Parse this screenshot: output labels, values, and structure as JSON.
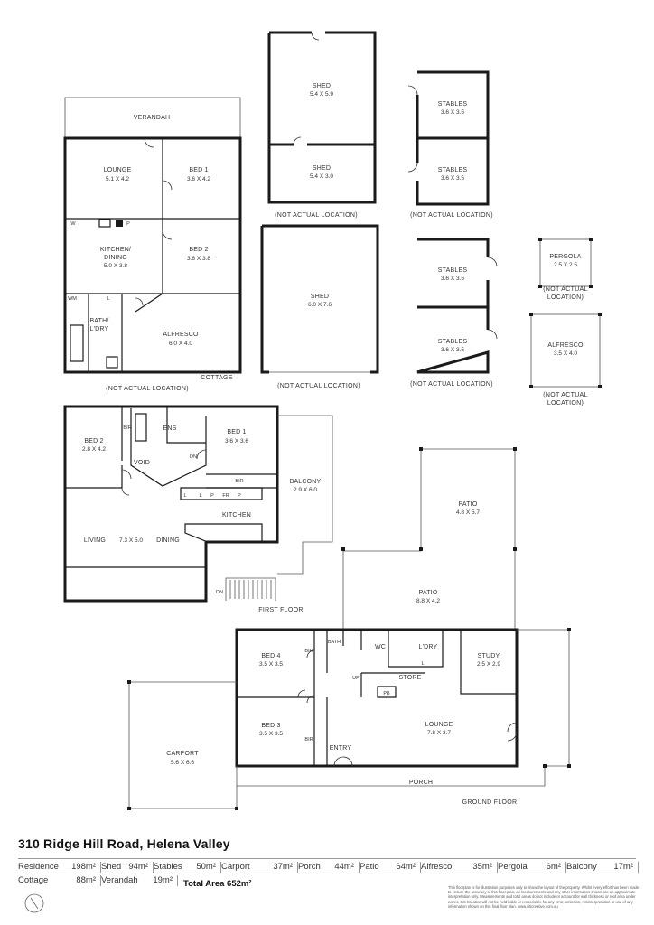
{
  "rooms": {
    "verandah": "VERANDAH",
    "lounge_top": {
      "name": "LOUNGE",
      "size": "5.1 X 4.2"
    },
    "bed1_top": {
      "name": "BED 1",
      "size": "3.6 X 4.2"
    },
    "kitchen_dining_top": {
      "name1": "KITCHEN/",
      "name2": "DINING",
      "size": "5.0 X 3.8"
    },
    "bed2_top": {
      "name": "BED 2",
      "size": "3.6 X 3.8"
    },
    "bath_ldry_top": {
      "name1": "BATH/",
      "name2": "L'DRY"
    },
    "alfresco_top": {
      "name": "ALFRESCO",
      "size": "6.0 X 4.0"
    },
    "cottage": "COTTAGE",
    "shed_a": {
      "name": "SHED",
      "size": "5.4 X 5.9"
    },
    "shed_b": {
      "name": "SHED",
      "size": "5.4 X 3.0"
    },
    "shed_c": {
      "name": "SHED",
      "size": "6.0 X 7.6"
    },
    "stables_1": {
      "name": "STABLES",
      "size": "3.6 X 3.5"
    },
    "stables_2": {
      "name": "STABLES",
      "size": "3.6 X 3.5"
    },
    "stables_3": {
      "name": "STABLES",
      "size": "3.6 X 3.5"
    },
    "stables_4": {
      "name": "STABLES",
      "size": "3.6 X 3.5"
    },
    "pergola": {
      "name": "PERGOLA",
      "size": "2.5 X 2.5"
    },
    "alfresco_small": {
      "name": "ALFRESCO",
      "size": "3.5 X 4.0"
    },
    "bed2_ff": {
      "name": "BED 2",
      "size": "2.8 X 4.2"
    },
    "ens": "ENS",
    "bed1_ff": {
      "name": "BED 1",
      "size": "3.6 X 3.6"
    },
    "void": "VOID",
    "balcony": {
      "name": "BALCONY",
      "size": "2.9 X 6.0"
    },
    "kitchen_ff": "KITCHEN",
    "living_ff": "LIVING",
    "living_ff_size": "7.3 X 5.0",
    "dining_ff": "DINING",
    "patio_upper": {
      "name": "PATIO",
      "size": "4.8 X 5.7"
    },
    "patio_lower": {
      "name": "PATIO",
      "size": "8.8 X 4.2"
    },
    "bed4": {
      "name": "BED 4",
      "size": "3.5 X 3.5"
    },
    "bath_gf": "BATH",
    "wc": "WC",
    "ldry_gf": "L'DRY",
    "study": {
      "name": "STUDY",
      "size": "2.5 X 2.9"
    },
    "store": "STORE",
    "bed3": {
      "name": "BED 3",
      "size": "3.5 X 3.5"
    },
    "lounge_gf": {
      "name": "LOUNGE",
      "size": "7.8 X 3.7"
    },
    "entry": "ENTRY",
    "porch": "PORCH",
    "carport": {
      "name": "CARPORT",
      "size": "5.6 X 6.6"
    }
  },
  "labels": {
    "not_actual": "(NOT ACTUAL LOCATION)",
    "not_actual_l1": "(NOT ACTUAL",
    "not_actual_l2": "LOCATION)",
    "first_floor": "FIRST FLOOR",
    "ground_floor": "GROUND FLOOR",
    "dn": "DN",
    "up": "UP",
    "bir": "BIR",
    "fixtures": {
      "w": "W",
      "l": "L",
      "p": "P",
      "fr": "FR",
      "pb": "PB"
    }
  },
  "address": "310 Ridge Hill Road, Helena Valley",
  "areas_row1": [
    {
      "label": "Residence",
      "value": "198m²"
    },
    {
      "label": "Shed",
      "value": "94m²"
    },
    {
      "label": "Stables",
      "value": "50m²"
    },
    {
      "label": "Carport",
      "value": "37m²"
    },
    {
      "label": "Porch",
      "value": "44m²"
    },
    {
      "label": "Patio",
      "value": "64m²"
    },
    {
      "label": "Alfresco",
      "value": "35m²"
    },
    {
      "label": "Pergola",
      "value": "6m²"
    },
    {
      "label": "Balcony",
      "value": "17m²"
    }
  ],
  "areas_row2": [
    {
      "label": "Cottage",
      "value": "88m²"
    },
    {
      "label": "Verandah",
      "value": "19m²"
    }
  ],
  "total_area": "Total Area  652m²",
  "disclaimer": "This floorplan is for illustration purposes only to show the layout of the property. Whilst every effort has been made to ensure the accuracy of this floor plan, all measurements and any other information shown are an approximate interpretation only. Measurements and total areas do not include or account for wall thickness or roof area under eaves. Citi Creative will not be held liable or responsible for any error, omission, misinterpretation or use of any information shown on this final floor plan. www.citicreative.com.au"
}
